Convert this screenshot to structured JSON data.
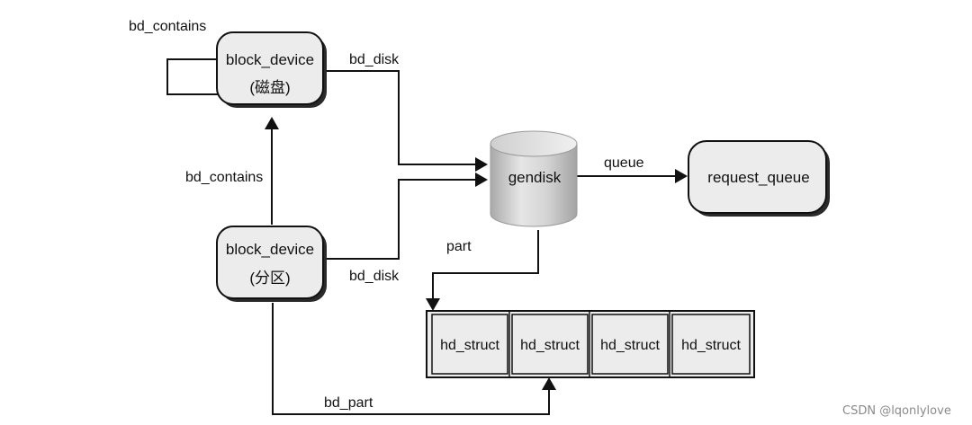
{
  "nodes": {
    "block_device_disk": {
      "line1": "block_device",
      "line2": "(磁盘)"
    },
    "block_device_part": {
      "line1": "block_device",
      "line2": "(分区)"
    },
    "gendisk": {
      "label": "gendisk"
    },
    "request_queue": {
      "label": "request_queue"
    },
    "hd_structs": [
      "hd_struct",
      "hd_struct",
      "hd_struct",
      "hd_struct"
    ]
  },
  "edges": {
    "self_contains": "bd_contains",
    "part_contains": "bd_contains",
    "disk_bd_disk": "bd_disk",
    "part_bd_disk": "bd_disk",
    "queue": "queue",
    "part": "part",
    "bd_part": "bd_part"
  },
  "watermark": "CSDN @lqonlylove",
  "colors": {
    "node_fill": "#ececec",
    "line": "#111111"
  }
}
